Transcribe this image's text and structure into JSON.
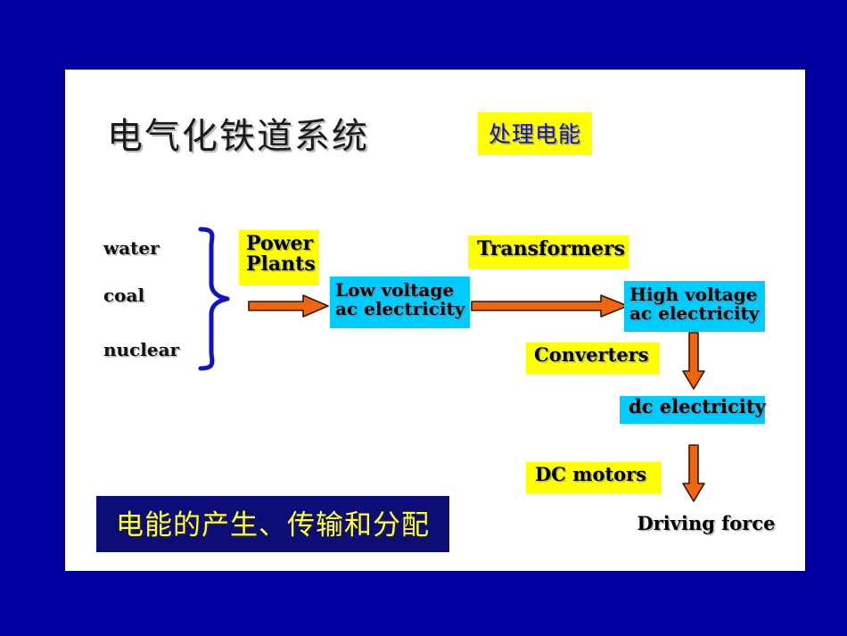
{
  "slide": {
    "background_color": "#0000A0",
    "canvas_color": "#ffffff",
    "title_cn": "电气化铁道系统",
    "handle_energy_cn": "处理电能",
    "banner_cn": "电能的产生、传输和分配"
  },
  "colors": {
    "slide_background": "#0000A0",
    "highlight_yellow": "#ffff00",
    "box_cyan": "#00ccff",
    "arrow_orange": "#ee6611",
    "brace_blue": "#1111cc",
    "banner_navy": "#0d0d78",
    "banner_text_yellow": "#ffff33",
    "handle_text_blue": "#1111aa",
    "text_black": "#000000"
  },
  "sources": [
    {
      "label": "water"
    },
    {
      "label": "coal"
    },
    {
      "label": "nuclear"
    }
  ],
  "flow": {
    "power_plants": "Power\nPlants",
    "low_voltage": "Low voltage\nac electricity",
    "transformers": "Transformers",
    "high_voltage": "High voltage\nac electricity",
    "converters": "Converters",
    "dc_electricity": "dc electricity",
    "dc_motors": "DC motors",
    "driving_force": "Driving force"
  },
  "arrows": [
    {
      "name": "sources-to-power-plants",
      "direction": "right"
    },
    {
      "name": "low-voltage-to-high-voltage",
      "direction": "right"
    },
    {
      "name": "high-voltage-to-dc-electricity",
      "direction": "down"
    },
    {
      "name": "dc-electricity-to-driving-force",
      "direction": "down"
    }
  ]
}
